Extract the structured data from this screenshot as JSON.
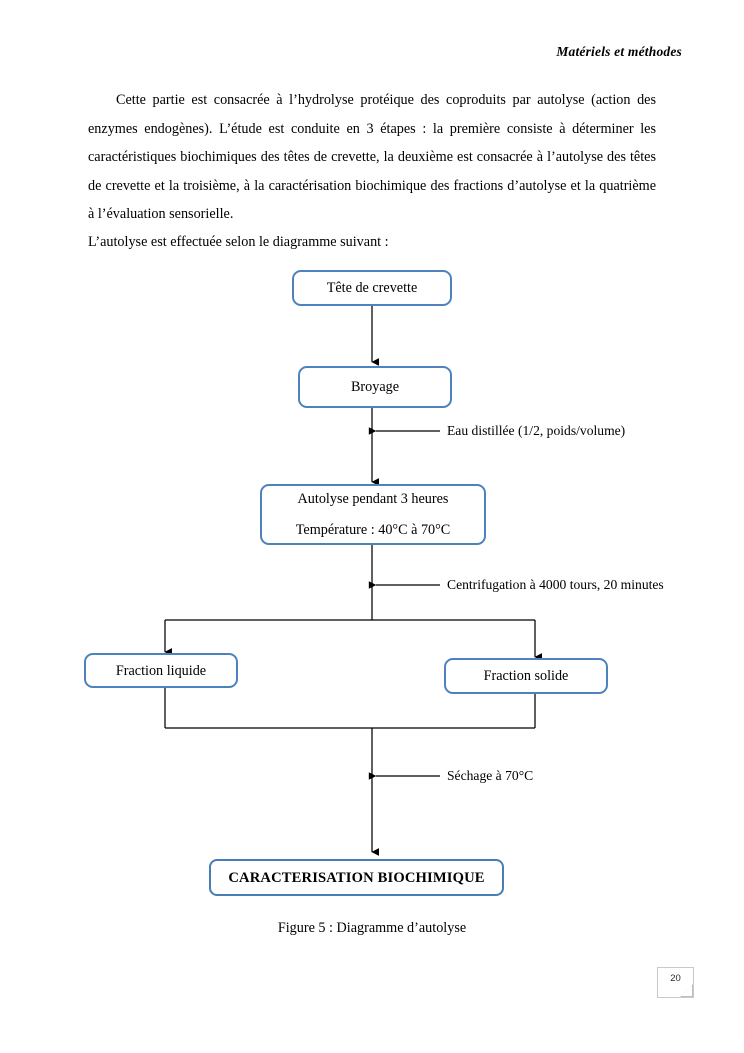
{
  "document": {
    "running_head": "Matériels et méthodes",
    "paragraphs": [
      "Cette partie est consacrée à l’hydrolyse protéique des coproduits par autolyse (action des enzymes endogènes). L’étude est conduite en 3 étapes : la première consiste à déterminer les caractéristiques biochimiques des têtes de crevette, la deuxième est consacrée à l’autolyse des têtes de crevette et la troisième, à la caractérisation biochimique des fractions d’autolyse et la quatrième à l’évaluation sensorielle.",
      "L’autolyse est effectuée selon le diagramme suivant :"
    ],
    "figure_caption": "Figure 5 : Diagramme d’autolyse",
    "page_number": "20"
  },
  "flowchart": {
    "accent_color": "#4f81bd",
    "connector_color": "#000000",
    "nodes": [
      {
        "id": "tete",
        "label": "Tête de crevette",
        "lines": [
          "Tête de crevette"
        ]
      },
      {
        "id": "broyage",
        "label": "Broyage",
        "lines": [
          "Broyage"
        ]
      },
      {
        "id": "autolyse",
        "label": "Autolyse pendant 3 heures / Température : 40°C à 70°C",
        "lines": [
          "Autolyse pendant 3 heures",
          "Température : 40°C à 70°C"
        ]
      },
      {
        "id": "fraction-liquide",
        "label": "Fraction liquide",
        "lines": [
          "Fraction liquide"
        ]
      },
      {
        "id": "fraction-solide",
        "label": "Fraction solide",
        "lines": [
          "Fraction solide"
        ]
      },
      {
        "id": "caracterisation",
        "label": "CARACTERISATION BIOCHIMIQUE",
        "lines": [
          "CARACTERISATION BIOCHIMIQUE"
        ]
      }
    ],
    "annotations": [
      {
        "id": "eau",
        "text": "Eau distillée (1/2, poids/volume)"
      },
      {
        "id": "centrifugation",
        "text": "Centrifugation à 4000 tours, 20 minutes"
      },
      {
        "id": "sechage",
        "text": "Séchage à 70°C"
      }
    ]
  }
}
